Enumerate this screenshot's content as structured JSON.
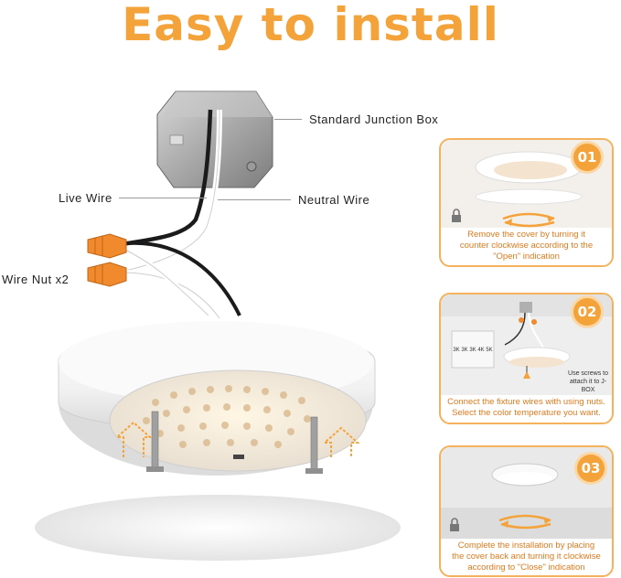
{
  "title": "Easy to install",
  "labels": {
    "junction_box": "Standard Junction Box",
    "live_wire": "Live Wire",
    "neutral_wire": "Neutral Wire",
    "wire_nut": "Wire Nut x2"
  },
  "steps": [
    {
      "number": "01",
      "caption_lines": [
        "Remove the cover by turning it",
        "counter clockwise according to the",
        "\"Open\" indication"
      ]
    },
    {
      "number": "02",
      "caption_lines": [
        "Connect the fixture wires with using nuts.",
        "Select the color temperature you want."
      ],
      "note_lines": [
        "Use screws to",
        "attach it to J-BOX"
      ],
      "switch_label": "3K 3K 3K 4K 5K"
    },
    {
      "number": "03",
      "caption_lines": [
        "Complete the installation by placing",
        "the cover back and turning it clockwise",
        "according to \"Close\" indication"
      ]
    }
  ],
  "colors": {
    "accent": "#f4a23a",
    "caption": "#d97a1e",
    "card_border": "#f4b25c"
  },
  "icons": [
    "lock-icon",
    "rotate-arrows-icon",
    "up-arrow-icon"
  ]
}
